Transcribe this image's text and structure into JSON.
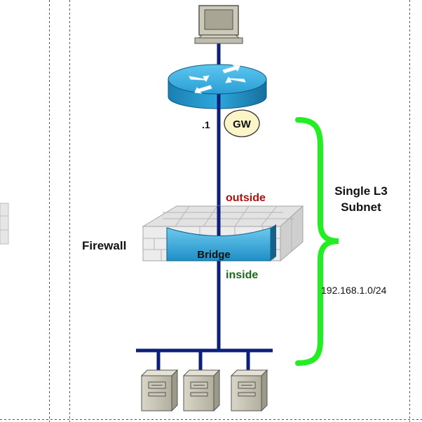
{
  "labels": {
    "gateway": "GW",
    "gateway_address": ".1",
    "outside": "outside",
    "inside": "inside",
    "firewall": "Firewall",
    "bridge": "Bridge",
    "subnet_line1": "Single L3",
    "subnet_line2": "Subnet",
    "subnet_cidr": "192.168.1.0/24"
  },
  "icons": {
    "workstation": "workstation-icon",
    "router": "router-icon",
    "firewall": "firewall-brick-icon",
    "server": "server-icon",
    "brace": "curly-brace-icon"
  },
  "colors": {
    "link": "#0c1f7a",
    "outside_text": "#b01010",
    "inside_text": "#1a6b1a",
    "brace": "#22ee22",
    "router": "#2aa3d6",
    "gw_fill": "#fbf5c8",
    "bridge": "#36a8da"
  }
}
